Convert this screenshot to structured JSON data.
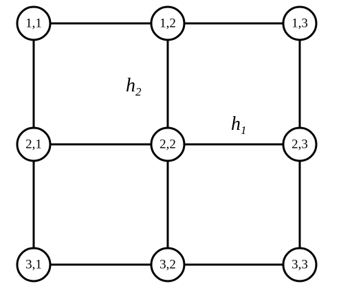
{
  "graph": {
    "nodes": [
      {
        "id": "1,1",
        "label": "1,1",
        "row": 1,
        "col": 1
      },
      {
        "id": "1,2",
        "label": "1,2",
        "row": 1,
        "col": 2
      },
      {
        "id": "1,3",
        "label": "1,3",
        "row": 1,
        "col": 3
      },
      {
        "id": "2,1",
        "label": "2,1",
        "row": 2,
        "col": 1
      },
      {
        "id": "2,2",
        "label": "2,2",
        "row": 2,
        "col": 2
      },
      {
        "id": "2,3",
        "label": "2,3",
        "row": 2,
        "col": 3
      },
      {
        "id": "3,1",
        "label": "3,1",
        "row": 3,
        "col": 1
      },
      {
        "id": "3,2",
        "label": "3,2",
        "row": 3,
        "col": 2
      },
      {
        "id": "3,3",
        "label": "3,3",
        "row": 3,
        "col": 3
      }
    ],
    "edges": [
      {
        "from": "1,1",
        "to": "1,2"
      },
      {
        "from": "1,2",
        "to": "1,3"
      },
      {
        "from": "2,1",
        "to": "2,2"
      },
      {
        "from": "2,2",
        "to": "2,3"
      },
      {
        "from": "3,1",
        "to": "3,2"
      },
      {
        "from": "3,2",
        "to": "3,3"
      },
      {
        "from": "1,1",
        "to": "2,1"
      },
      {
        "from": "2,1",
        "to": "3,1"
      },
      {
        "from": "1,2",
        "to": "2,2"
      },
      {
        "from": "2,2",
        "to": "3,2"
      },
      {
        "from": "1,3",
        "to": "2,3"
      },
      {
        "from": "2,3",
        "to": "3,3"
      }
    ],
    "edge_labels": [
      {
        "id": "h2",
        "base": "h",
        "sub": "2",
        "edge": [
          "1,2",
          "2,2"
        ]
      },
      {
        "id": "h1",
        "base": "h",
        "sub": "1",
        "edge": [
          "2,2",
          "2,3"
        ]
      }
    ]
  }
}
